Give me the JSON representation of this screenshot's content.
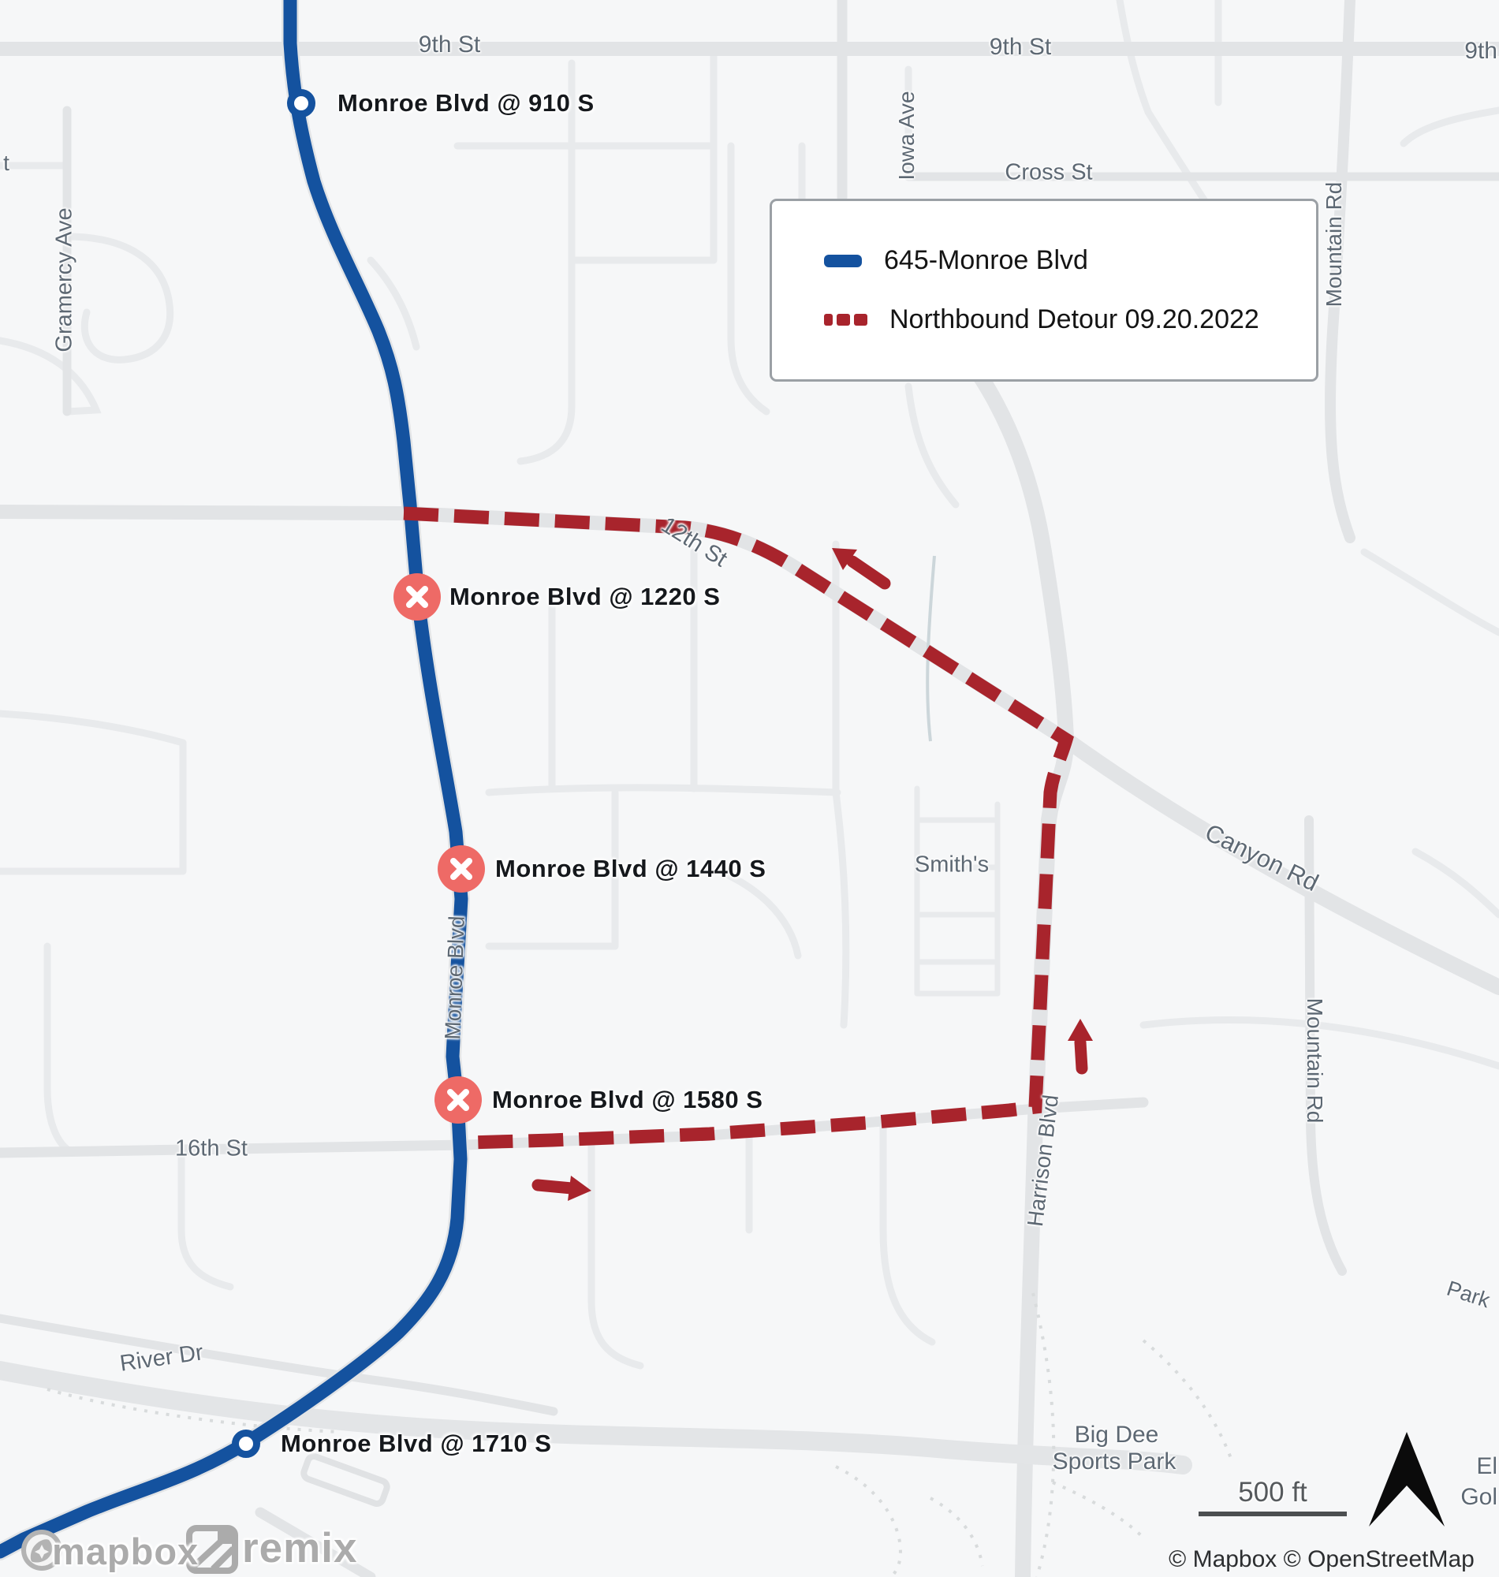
{
  "colors": {
    "route_blue": "#14529f",
    "detour_red": "#a8242c",
    "closed_stop_red": "#ee6a66",
    "road_gray": "#e2e4e6",
    "street_label_gray": "#5d6873"
  },
  "legend": {
    "items": [
      {
        "label": "645-Monroe Blvd",
        "type": "route-solid-blue"
      },
      {
        "label": "Northbound Detour 09.20.2022",
        "type": "detour-dashed-red"
      }
    ]
  },
  "stops": [
    {
      "label": "Monroe Blvd @ 910 S",
      "status": "open"
    },
    {
      "label": "Monroe Blvd @ 1220 S",
      "status": "closed"
    },
    {
      "label": "Monroe Blvd @ 1440 S",
      "status": "closed"
    },
    {
      "label": "Monroe Blvd @ 1580 S",
      "status": "closed"
    },
    {
      "label": "Monroe Blvd @ 1710 S",
      "status": "open"
    }
  ],
  "streets": [
    {
      "text": "9th St"
    },
    {
      "text": "9th St"
    },
    {
      "text": "9th"
    },
    {
      "text": "Cross St"
    },
    {
      "text": "Iowa Ave"
    },
    {
      "text": "Mountain Rd"
    },
    {
      "text": "Gramercy Ave"
    },
    {
      "text": "12th St"
    },
    {
      "text": "Canyon Rd"
    },
    {
      "text": "Smith's"
    },
    {
      "text": "Monroe Blvd"
    },
    {
      "text": "Harrison Blvd"
    },
    {
      "text": "Mountain Rd"
    },
    {
      "text": "16th St"
    },
    {
      "text": "River Dr"
    },
    {
      "text": "Park"
    },
    {
      "text": "Big Dee"
    },
    {
      "text": "Sports Park"
    },
    {
      "text": "El"
    },
    {
      "text": "Gol"
    },
    {
      "text": "t"
    }
  ],
  "scale_bar": {
    "label": "500 ft"
  },
  "attribution": {
    "text": "© Mapbox © OpenStreetMap"
  },
  "watermark": {
    "mapbox": "mapbox",
    "remix": "remix"
  }
}
